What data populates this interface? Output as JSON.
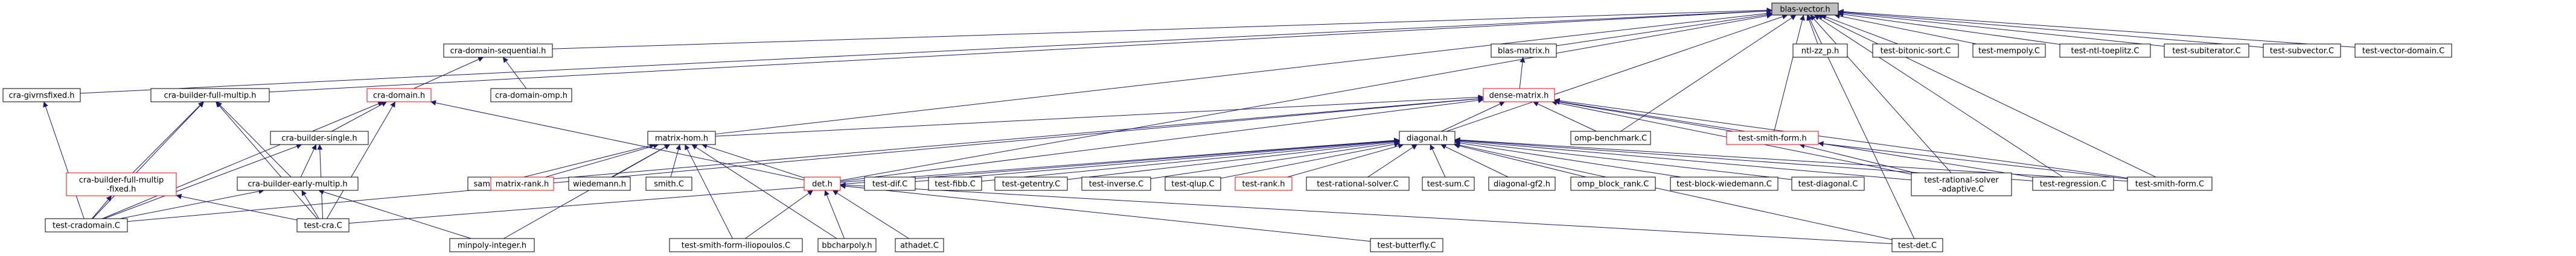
{
  "colors": {
    "node_border": "#000000",
    "node_border_missing": "#ff0000",
    "node_fill": "#ffffff",
    "root_fill": "#bfbfbf",
    "edge": "#191970"
  },
  "nodes": [
    {
      "id": "blas-vector",
      "label": [
        "blas-vector.h"
      ],
      "root": true
    },
    {
      "id": "cra-givrnsfixed",
      "label": [
        "cra-givrnsfixed.h"
      ]
    },
    {
      "id": "cra-builder-full-multip",
      "label": [
        "cra-builder-full-multip.h"
      ]
    },
    {
      "id": "cra-domain-sequential",
      "label": [
        "cra-domain-sequential.h"
      ]
    },
    {
      "id": "blas-matrix",
      "label": [
        "blas-matrix.h"
      ]
    },
    {
      "id": "ntl-zz_p",
      "label": [
        "ntl-zz_p.h"
      ]
    },
    {
      "id": "test-bitonic-sort",
      "label": [
        "test-bitonic-sort.C"
      ]
    },
    {
      "id": "test-mempoly",
      "label": [
        "test-mempoly.C"
      ]
    },
    {
      "id": "test-ntl-toeplitz",
      "label": [
        "test-ntl-toeplitz.C"
      ]
    },
    {
      "id": "test-subiterator",
      "label": [
        "test-subiterator.C"
      ]
    },
    {
      "id": "test-subvector",
      "label": [
        "test-subvector.C"
      ]
    },
    {
      "id": "test-vector-domain",
      "label": [
        "test-vector-domain.C"
      ]
    },
    {
      "id": "cra-domain",
      "label": [
        "cra-domain.h"
      ],
      "missing": true
    },
    {
      "id": "cra-domain-omp",
      "label": [
        "cra-domain-omp.h"
      ]
    },
    {
      "id": "dense-matrix",
      "label": [
        "dense-matrix.h"
      ],
      "missing": true
    },
    {
      "id": "cra-builder-single",
      "label": [
        "cra-builder-single.h"
      ]
    },
    {
      "id": "test-smith-form-h",
      "label": [
        "test-smith-form.h"
      ],
      "missing": true
    },
    {
      "id": "matrix-hom",
      "label": [
        "matrix-hom.h"
      ]
    },
    {
      "id": "omp-benchmark",
      "label": [
        "omp-benchmark.C"
      ]
    },
    {
      "id": "diagonal",
      "label": [
        "diagonal.h"
      ]
    },
    {
      "id": "cra-builder-full-multip-fixed",
      "label": [
        "cra-builder-full-multip",
        "-fixed.h"
      ],
      "missing": true
    },
    {
      "id": "cra-builder-early-multip",
      "label": [
        "cra-builder-early-multip.h"
      ]
    },
    {
      "id": "samplebb",
      "label": [
        "samplebb.C"
      ]
    },
    {
      "id": "matrix-rank",
      "label": [
        "matrix-rank.h"
      ],
      "missing": true
    },
    {
      "id": "wiedemann",
      "label": [
        "wiedemann.h"
      ]
    },
    {
      "id": "smith",
      "label": [
        "smith.C"
      ]
    },
    {
      "id": "det",
      "label": [
        "det.h"
      ],
      "missing": true
    },
    {
      "id": "test-dif",
      "label": [
        "test-dif.C"
      ]
    },
    {
      "id": "test-fibb",
      "label": [
        "test-fibb.C"
      ]
    },
    {
      "id": "test-getentry",
      "label": [
        "test-getentry.C"
      ]
    },
    {
      "id": "test-inverse",
      "label": [
        "test-inverse.C"
      ]
    },
    {
      "id": "test-qlup",
      "label": [
        "test-qlup.C"
      ]
    },
    {
      "id": "test-rank",
      "label": [
        "test-rank.h"
      ],
      "missing": true
    },
    {
      "id": "test-rational-solver",
      "label": [
        "test-rational-solver.C"
      ]
    },
    {
      "id": "test-sum",
      "label": [
        "test-sum.C"
      ]
    },
    {
      "id": "diagonal-gf2",
      "label": [
        "diagonal-gf2.h"
      ]
    },
    {
      "id": "omp_block_rank",
      "label": [
        "omp_block_rank.C"
      ]
    },
    {
      "id": "test-block-wiedemann",
      "label": [
        "test-block-wiedemann.C"
      ]
    },
    {
      "id": "test-diagonal",
      "label": [
        "test-diagonal.C"
      ]
    },
    {
      "id": "test-rational-solver-adaptive",
      "label": [
        "test-rational-solver",
        "-adaptive.C"
      ]
    },
    {
      "id": "test-regression",
      "label": [
        "test-regression.C"
      ]
    },
    {
      "id": "test-smith-form-c",
      "label": [
        "test-smith-form.C"
      ]
    },
    {
      "id": "test-cradomain",
      "label": [
        "test-cradomain.C"
      ]
    },
    {
      "id": "test-cra",
      "label": [
        "test-cra.C"
      ]
    },
    {
      "id": "minpoly-integer",
      "label": [
        "minpoly-integer.h"
      ]
    },
    {
      "id": "test-smith-form-iliopoulos",
      "label": [
        "test-smith-form-iliopoulos.C"
      ]
    },
    {
      "id": "bbcharpoly",
      "label": [
        "bbcharpoly.h"
      ]
    },
    {
      "id": "athadet",
      "label": [
        "athadet.C"
      ]
    },
    {
      "id": "test-butterfly",
      "label": [
        "test-butterfly.C"
      ]
    },
    {
      "id": "test-det",
      "label": [
        "test-det.C"
      ]
    }
  ],
  "edges": [
    [
      "cra-givrnsfixed",
      "blas-vector"
    ],
    [
      "cra-builder-full-multip",
      "blas-vector"
    ],
    [
      "cra-domain-sequential",
      "blas-vector"
    ],
    [
      "blas-matrix",
      "blas-vector"
    ],
    [
      "ntl-zz_p",
      "blas-vector"
    ],
    [
      "test-bitonic-sort",
      "blas-vector"
    ],
    [
      "test-mempoly",
      "blas-vector"
    ],
    [
      "test-ntl-toeplitz",
      "blas-vector"
    ],
    [
      "test-subiterator",
      "blas-vector"
    ],
    [
      "test-subvector",
      "blas-vector"
    ],
    [
      "test-vector-domain",
      "blas-vector"
    ],
    [
      "matrix-hom",
      "blas-vector"
    ],
    [
      "omp-benchmark",
      "blas-vector"
    ],
    [
      "diagonal",
      "blas-vector"
    ],
    [
      "test-smith-form-h",
      "blas-vector"
    ],
    [
      "det",
      "blas-vector"
    ],
    [
      "test-rational-solver-adaptive",
      "blas-vector"
    ],
    [
      "test-regression",
      "blas-vector"
    ],
    [
      "test-smith-form-c",
      "blas-vector"
    ],
    [
      "test-det",
      "blas-vector"
    ],
    [
      "cra-domain",
      "cra-domain-sequential"
    ],
    [
      "cra-domain-omp",
      "cra-domain-sequential"
    ],
    [
      "dense-matrix",
      "blas-matrix"
    ],
    [
      "cra-builder-single",
      "cra-domain"
    ],
    [
      "test-cradomain",
      "cra-domain"
    ],
    [
      "test-cra",
      "cra-domain"
    ],
    [
      "det",
      "cra-domain"
    ],
    [
      "cra-builder-full-multip-fixed",
      "cra-builder-full-multip"
    ],
    [
      "cra-builder-early-multip",
      "cra-builder-full-multip"
    ],
    [
      "test-cra",
      "cra-builder-full-multip"
    ],
    [
      "test-cradomain",
      "cra-builder-full-multip"
    ],
    [
      "cra-builder-early-multip",
      "cra-builder-single"
    ],
    [
      "test-cra",
      "cra-builder-single"
    ],
    [
      "test-cradomain",
      "cra-builder-single"
    ],
    [
      "test-cra",
      "cra-builder-early-multip"
    ],
    [
      "test-cradomain",
      "cra-builder-early-multip"
    ],
    [
      "minpoly-integer",
      "cra-builder-early-multip"
    ],
    [
      "test-cradomain",
      "cra-builder-full-multip-fixed"
    ],
    [
      "test-cra",
      "cra-builder-full-multip-fixed"
    ],
    [
      "test-cradomain",
      "cra-givrnsfixed"
    ],
    [
      "test-smith-form-h",
      "dense-matrix"
    ],
    [
      "diagonal",
      "dense-matrix"
    ],
    [
      "omp-benchmark",
      "dense-matrix"
    ],
    [
      "matrix-hom",
      "dense-matrix"
    ],
    [
      "det",
      "dense-matrix"
    ],
    [
      "test-regression",
      "dense-matrix"
    ],
    [
      "test-smith-form-c",
      "dense-matrix"
    ],
    [
      "samplebb",
      "dense-matrix"
    ],
    [
      "test-rational-solver-adaptive",
      "dense-matrix"
    ],
    [
      "test-cradomain",
      "dense-matrix"
    ],
    [
      "test-rational-solver-adaptive",
      "test-smith-form-h"
    ],
    [
      "test-smith-form-c",
      "test-smith-form-h"
    ],
    [
      "samplebb",
      "matrix-hom"
    ],
    [
      "matrix-rank",
      "matrix-hom"
    ],
    [
      "wiedemann",
      "matrix-hom"
    ],
    [
      "smith",
      "matrix-hom"
    ],
    [
      "det",
      "matrix-hom"
    ],
    [
      "minpoly-integer",
      "matrix-hom"
    ],
    [
      "bbcharpoly",
      "matrix-hom"
    ],
    [
      "test-smith-form-iliopoulos",
      "matrix-hom"
    ],
    [
      "det",
      "diagonal"
    ],
    [
      "test-dif",
      "diagonal"
    ],
    [
      "test-fibb",
      "diagonal"
    ],
    [
      "test-getentry",
      "diagonal"
    ],
    [
      "test-inverse",
      "diagonal"
    ],
    [
      "test-qlup",
      "diagonal"
    ],
    [
      "test-rank",
      "diagonal"
    ],
    [
      "test-rational-solver",
      "diagonal"
    ],
    [
      "test-sum",
      "diagonal"
    ],
    [
      "diagonal-gf2",
      "diagonal"
    ],
    [
      "omp_block_rank",
      "diagonal"
    ],
    [
      "test-block-wiedemann",
      "diagonal"
    ],
    [
      "test-diagonal",
      "diagonal"
    ],
    [
      "test-rational-solver-adaptive",
      "diagonal"
    ],
    [
      "test-regression",
      "diagonal"
    ],
    [
      "test-smith-form-c",
      "diagonal"
    ],
    [
      "test-det",
      "diagonal"
    ],
    [
      "test-cra",
      "diagonal"
    ],
    [
      "test-smith-form-iliopoulos",
      "det"
    ],
    [
      "bbcharpoly",
      "det"
    ],
    [
      "athadet",
      "det"
    ],
    [
      "test-butterfly",
      "det"
    ],
    [
      "test-det",
      "det"
    ]
  ]
}
